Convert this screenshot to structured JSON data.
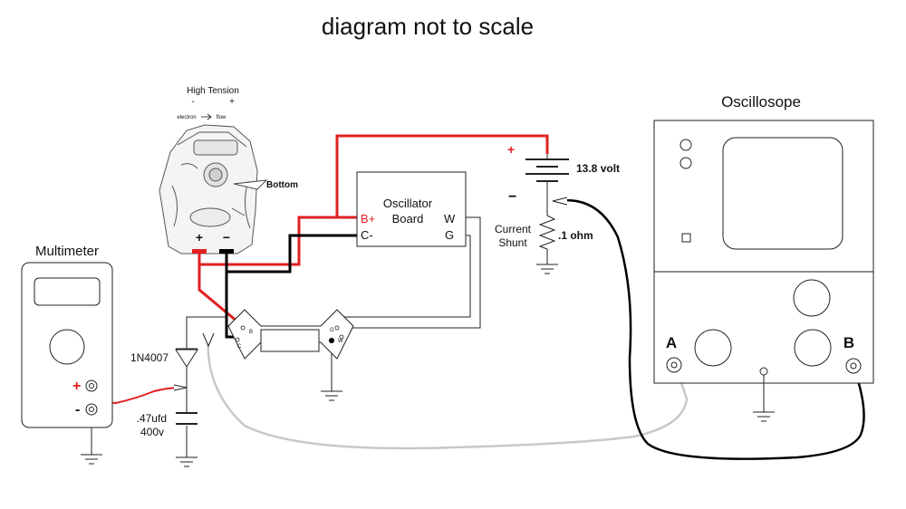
{
  "title": "diagram not to scale",
  "coil": {
    "label": "High Tension",
    "minus": "-",
    "plus": "+",
    "electron": "electron",
    "flow": "flow",
    "bottom": "Bottom",
    "term_plus": "+",
    "term_minus": "−"
  },
  "oscillator": {
    "line1": "Oscillator",
    "line2": "Board",
    "bplus": "B+",
    "cminus": "C-",
    "w": "W",
    "g": "G"
  },
  "battery": {
    "plus": "+",
    "minus": "−",
    "voltage": "13.8 volt"
  },
  "shunt": {
    "line1": "Current",
    "line2": "Shunt",
    "value": ".1 ohm"
  },
  "multimeter": {
    "label": "Multimeter",
    "plus": "+",
    "minus": "-"
  },
  "diode": {
    "label": "1N4007"
  },
  "capacitor": {
    "line1": ".47ufd",
    "line2": "400v"
  },
  "module": {
    "b": "B",
    "c": "C",
    "g": "G",
    "w": "W"
  },
  "scope": {
    "label": "Oscillosope",
    "a": "A",
    "b": "B"
  },
  "colors": {
    "red": "#e02020",
    "black": "#000000",
    "gray": "#c8c8c8"
  }
}
